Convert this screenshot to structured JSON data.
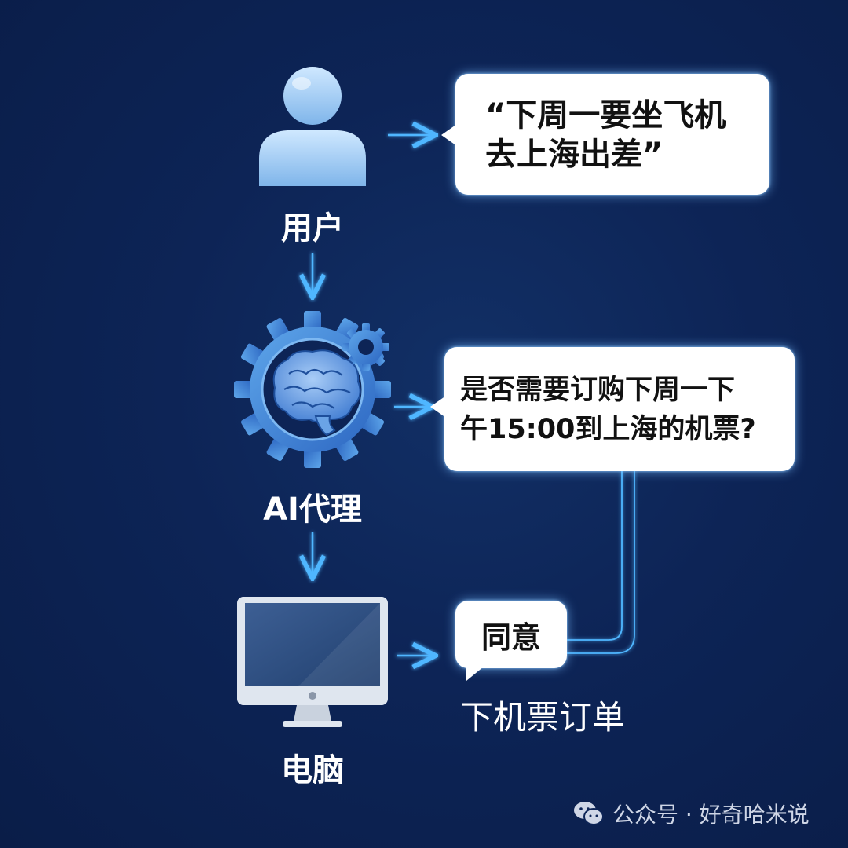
{
  "nodes": {
    "user": {
      "label": "用户",
      "icon": "user-icon"
    },
    "ai_agent": {
      "label": "AI代理",
      "icon": "brain-gear-icon"
    },
    "computer": {
      "label": "电脑",
      "icon": "monitor-icon"
    }
  },
  "bubbles": {
    "user_request": "“下周一要坐飞机去上海出差”",
    "user_request_lines": [
      "“下周一要坐飞机",
      "去上海出差”"
    ],
    "ai_question_lines": [
      "是否需要订购下周一下",
      "午15:00到上海的机票?"
    ],
    "agree": "同意"
  },
  "action_label": "下机票订单",
  "footer": {
    "text": "公众号 · 好奇哈米说",
    "icon": "wechat-icon"
  },
  "colors": {
    "background": "#0d2456",
    "arrow": "#4fb6ff",
    "bubble_glow": "#78beff",
    "bubble_bg": "#ffffff"
  }
}
